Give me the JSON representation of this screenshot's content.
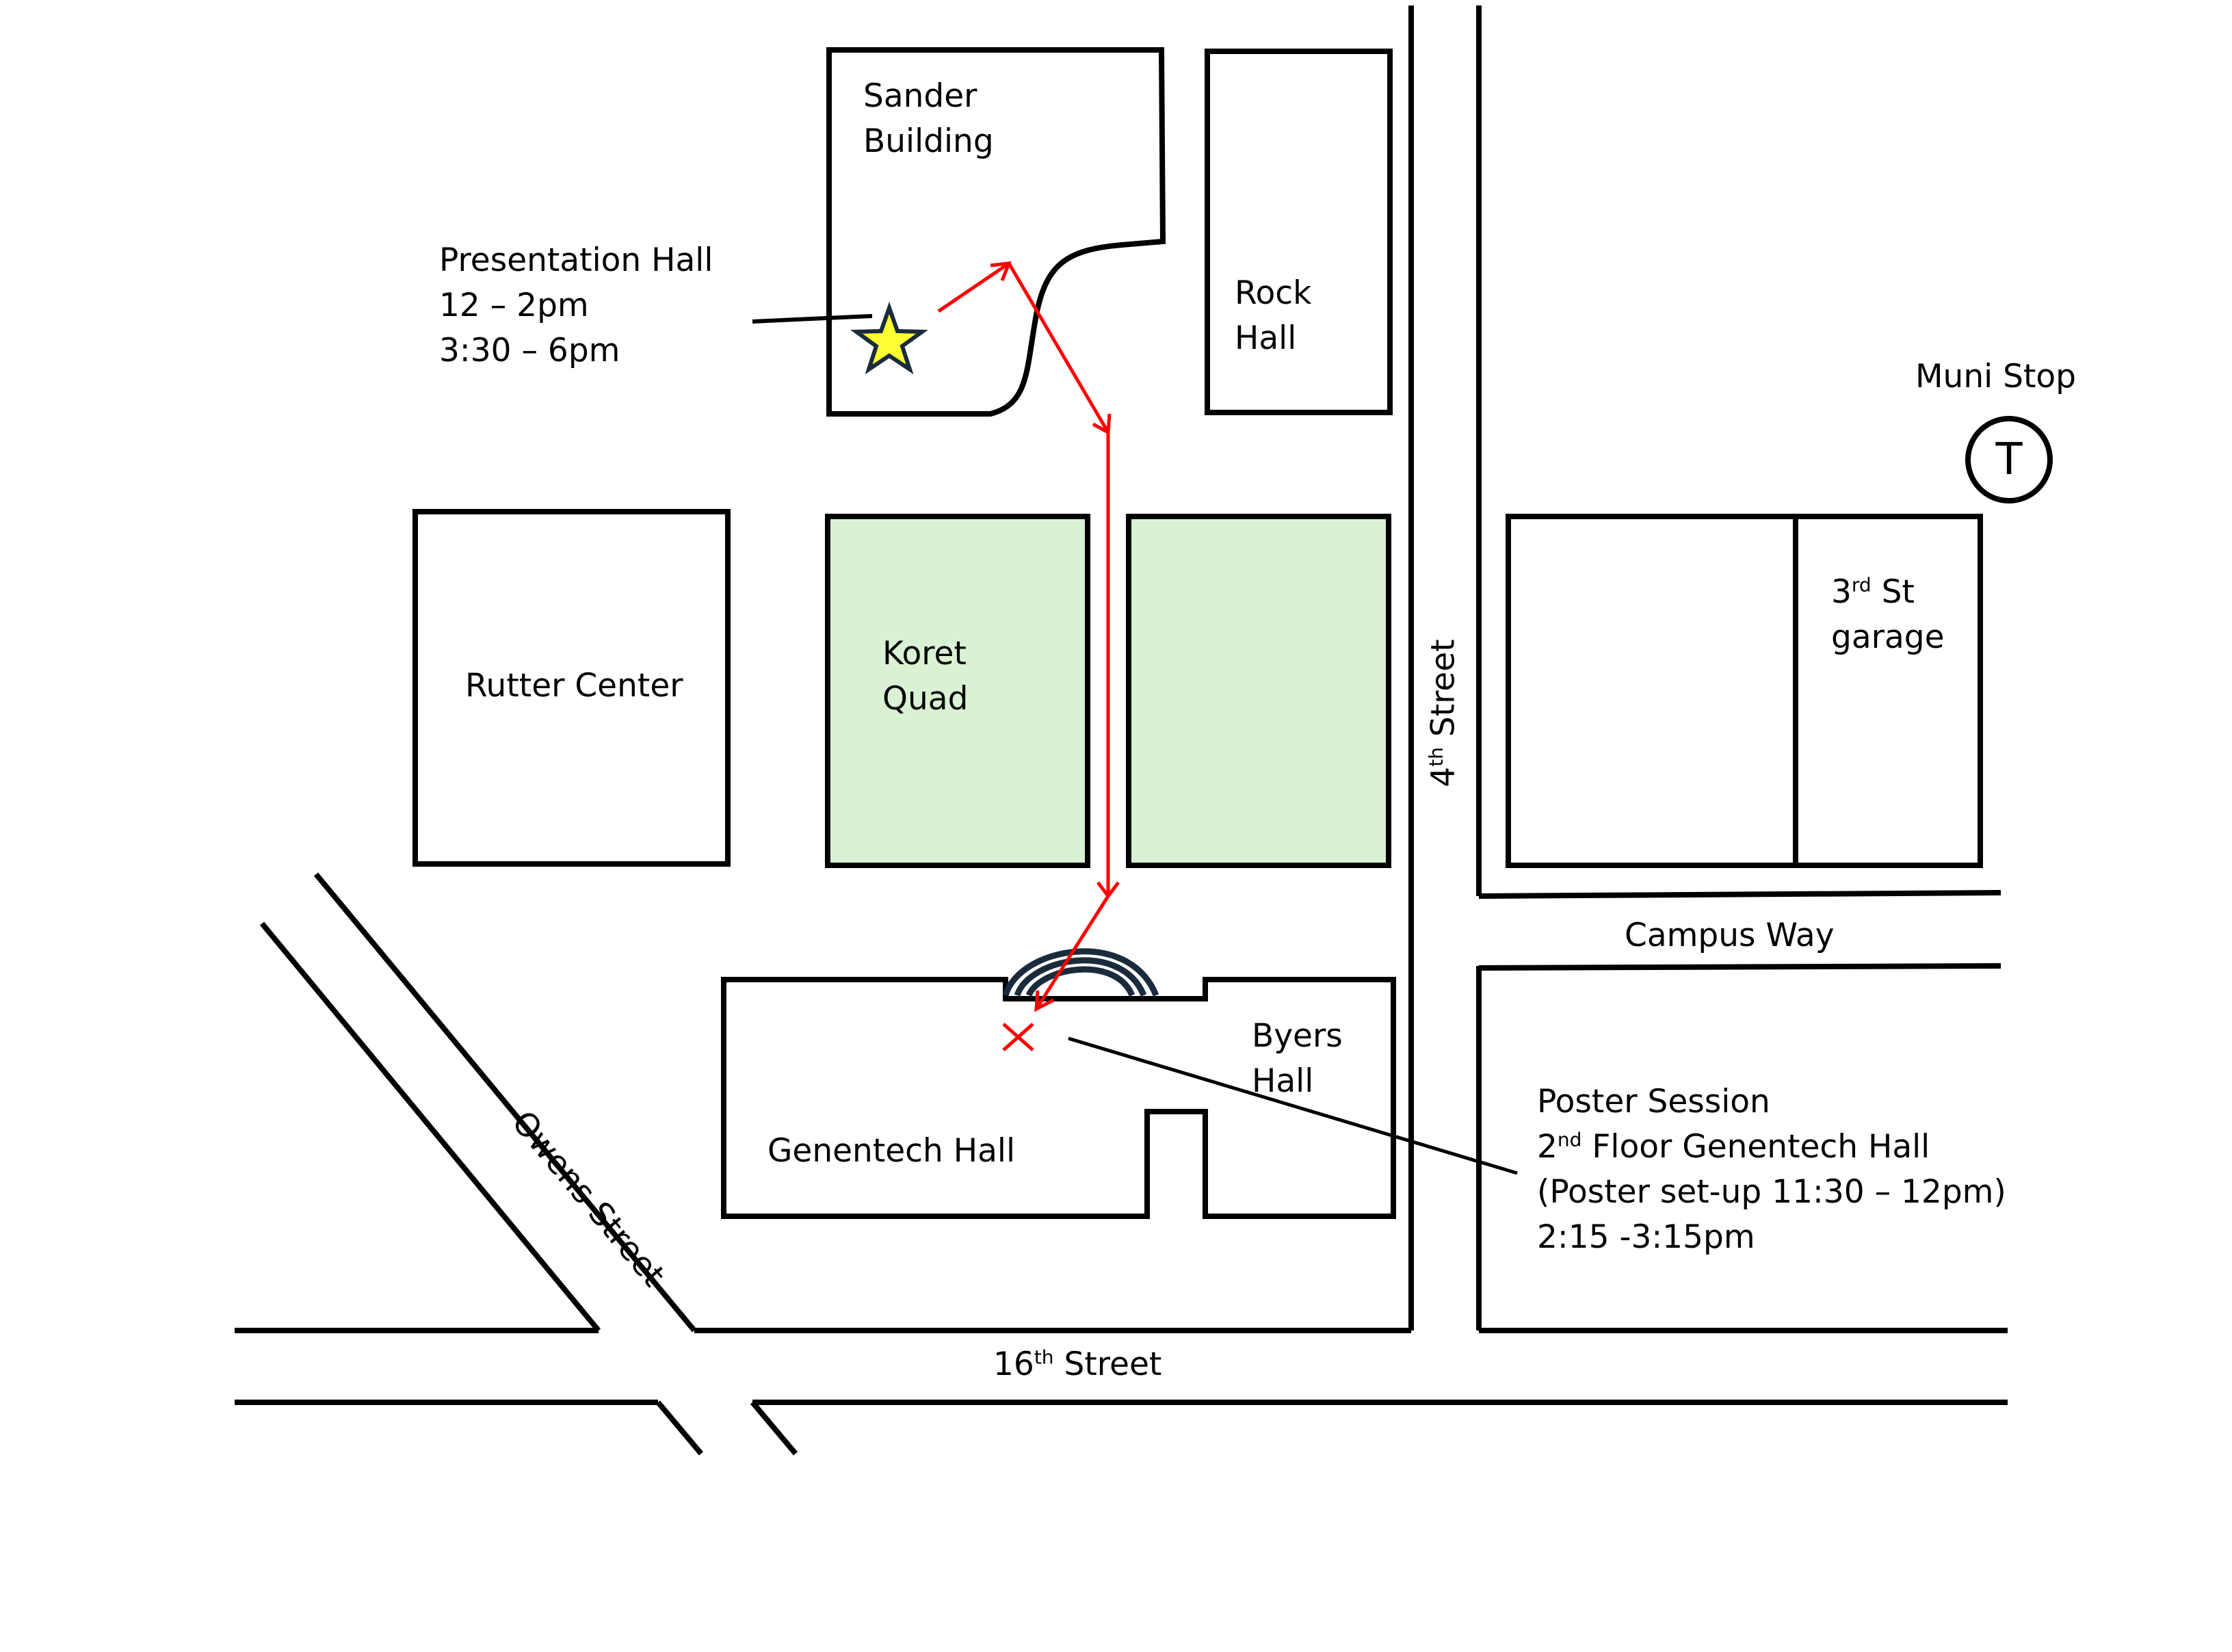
{
  "colors": {
    "outline": "#000000",
    "quad_fill": "#d9f2d3",
    "route": "#ff0000",
    "star_fill": "#ffff33",
    "star_stroke": "#1a2b3c",
    "arch": "#1a2b3c"
  },
  "buildings": {
    "sander": [
      "Sander",
      "Building"
    ],
    "rock": [
      "Rock",
      "Hall"
    ],
    "rutter": "Rutter Center",
    "koret": [
      "Koret",
      "Quad"
    ],
    "garage": {
      "pre": "3",
      "sup": "rd",
      "post": " St",
      "line2": "garage"
    },
    "byers": [
      "Byers",
      "Hall"
    ],
    "genentech": "Genentech Hall"
  },
  "streets": {
    "fourth": {
      "pre": "4",
      "sup": "th",
      "post": " Street"
    },
    "campus_way": "Campus Way",
    "owens": "Owens Street",
    "sixteenth": {
      "pre": "16",
      "sup": "th",
      "post": " Street"
    }
  },
  "presentation": {
    "title": "Presentation Hall",
    "time1": "12 – 2pm",
    "time2": "3:30 – 6pm",
    "marker": "star-icon"
  },
  "poster": {
    "title": "Poster Session",
    "floor_pre": "2",
    "floor_sup": "nd",
    "floor_post": " Floor Genentech  Hall",
    "setup": "(Poster set-up 11:30 – 12pm)",
    "time": "2:15 -3:15pm",
    "marker": "x-mark-icon"
  },
  "muni": {
    "label": "Muni Stop",
    "symbol": "T",
    "icon": "transit-stop-icon"
  }
}
